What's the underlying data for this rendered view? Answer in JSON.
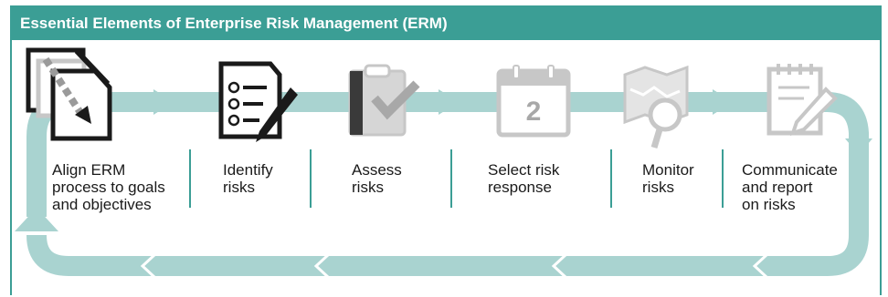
{
  "title": "Essential Elements of Enterprise Risk Management (ERM)",
  "steps": [
    {
      "label": "Align ERM\nprocess to goals\nand objectives",
      "icon": "document-align-icon"
    },
    {
      "label": "Identify\nrisks",
      "icon": "checklist-pen-icon"
    },
    {
      "label": "Assess\nrisks",
      "icon": "clipboard-check-icon"
    },
    {
      "label": "Select risk\nresponse",
      "icon": "calendar-icon"
    },
    {
      "label": "Monitor\nrisks",
      "icon": "map-magnifier-icon"
    },
    {
      "label": "Communicate\nand report\non risks",
      "icon": "notepad-pencil-icon"
    }
  ],
  "calendar_number": "2",
  "colors": {
    "accent": "#3b9e95",
    "loop": "#a9d3d0",
    "icon_gray": "#c7c7c7",
    "icon_dark": "#1a1a1a"
  }
}
